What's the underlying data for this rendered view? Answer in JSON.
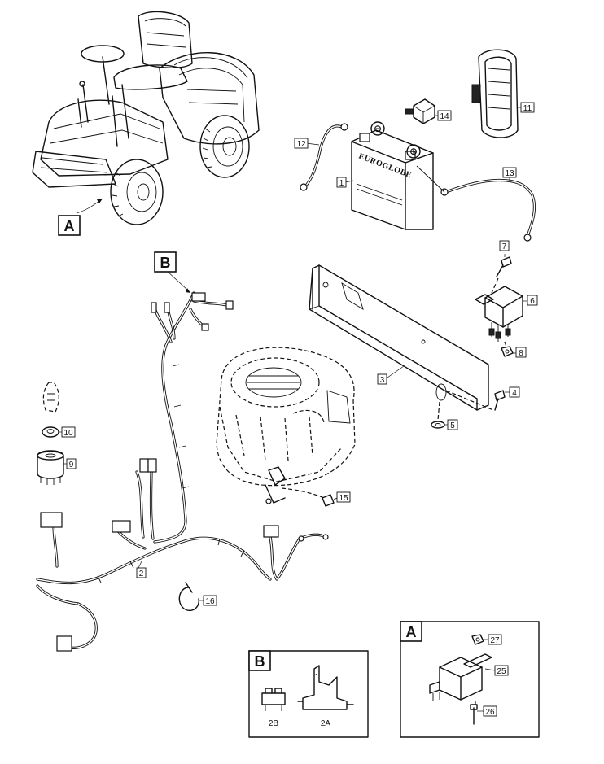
{
  "callouts": {
    "a": "A",
    "b": "B"
  },
  "battery": {
    "brand": "EUROGLOBE",
    "negative": "⊖",
    "positive": "⊕"
  },
  "parts": {
    "p1": "1",
    "p2": "2",
    "p3": "3",
    "p4": "4",
    "p5": "5",
    "p6": "6",
    "p7": "7",
    "p8": "8",
    "p9": "9",
    "p10": "10",
    "p11": "11",
    "p12": "12",
    "p13": "13",
    "p14": "14",
    "p15": "15",
    "p16": "16"
  },
  "inset_b": {
    "title": "B",
    "p2b": "2B",
    "p2a": "2A"
  },
  "inset_a": {
    "title": "A",
    "p25": "25",
    "p26": "26",
    "p27": "27"
  }
}
